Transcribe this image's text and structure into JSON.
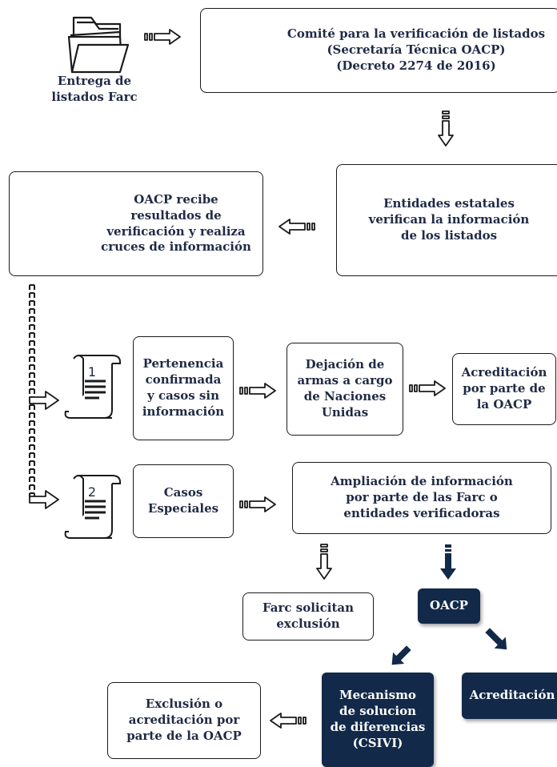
{
  "diagram": {
    "start_label": "Entrega de\nlistados Farc",
    "committee": "Comité para la verificación de listados\n(Secretaría Técnica OACP)\n(Decreto 2274 de 2016)",
    "entities_verify": "Entidades estatales\nverifican la información\nde los listados",
    "oacp_receives": "OACP recibe\nresultados de\nverificación y realiza\ncruces de información",
    "branch1_number": "1",
    "branch2_number": "2",
    "membership": "Pertenencia\nconfirmada\ny casos sin\ninformación",
    "weapons": "Dejación de\narmas a cargo\nde Naciones\nUnidas",
    "accreditation_oacp": "Acreditación\npor parte de\nla OACP",
    "special_cases": "Casos\nEspeciales",
    "more_info": "Ampliación de información\npor parte de las Farc o\nentidades verificadoras",
    "farc_exclusion": "Farc solicitan\nexclusión",
    "oacp": "OACP",
    "mechanism": "Mecanismo\nde solucion\nde diferencias\n(CSIVI)",
    "accreditation": "Acreditación",
    "exclusion_or_accreditation": "Exclusión o\nacreditación por\nparte de la OACP"
  }
}
